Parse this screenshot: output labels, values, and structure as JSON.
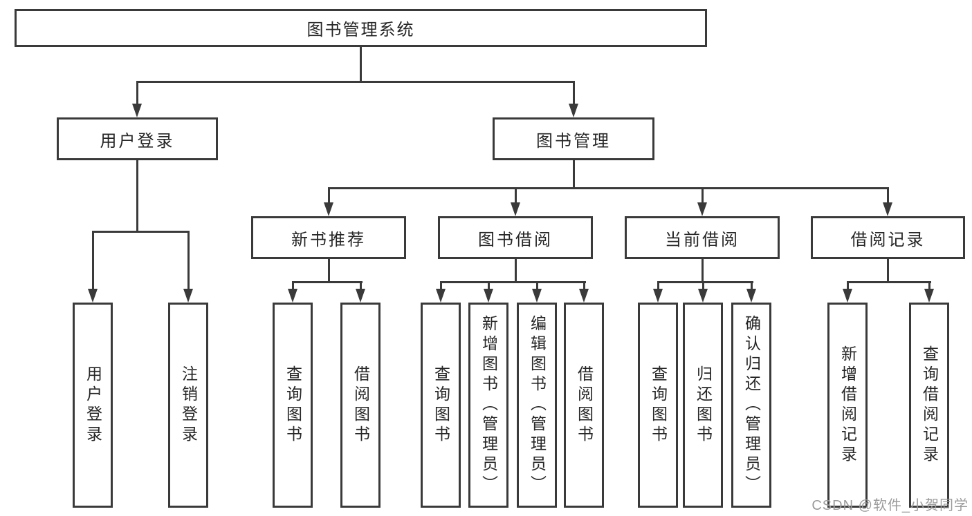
{
  "diagram": {
    "title": "图书管理系统",
    "level2": [
      {
        "label": "用户登录",
        "parent": "图书管理系统"
      },
      {
        "label": "图书管理",
        "parent": "图书管理系统"
      }
    ],
    "level3": [
      {
        "label": "新书推荐",
        "parent": "图书管理"
      },
      {
        "label": "图书借阅",
        "parent": "图书管理"
      },
      {
        "label": "当前借阅",
        "parent": "图书管理"
      },
      {
        "label": "借阅记录",
        "parent": "图书管理"
      }
    ],
    "leaves": [
      {
        "label": "用户登录",
        "parent": "用户登录"
      },
      {
        "label": "注销登录",
        "parent": "用户登录"
      },
      {
        "label": "查询图书",
        "parent": "新书推荐"
      },
      {
        "label": "借阅图书",
        "parent": "新书推荐"
      },
      {
        "label": "查询图书",
        "parent": "图书借阅"
      },
      {
        "label": "新增图书（管理员）",
        "parent": "图书借阅"
      },
      {
        "label": "编辑图书（管理员）",
        "parent": "图书借阅"
      },
      {
        "label": "借阅图书",
        "parent": "图书借阅"
      },
      {
        "label": "查询图书",
        "parent": "当前借阅"
      },
      {
        "label": "归还图书",
        "parent": "当前借阅"
      },
      {
        "label": "确认归还（管理员）",
        "parent": "当前借阅"
      },
      {
        "label": "新增借阅记录",
        "parent": "借阅记录"
      },
      {
        "label": "查询借阅记录",
        "parent": "借阅记录"
      }
    ],
    "watermark": "CSDN @软件_小贺同学",
    "colors": {
      "line": "#3a3a3a",
      "text": "#262626",
      "watermark": "#9b9b9b",
      "background": "#ffffff"
    }
  }
}
